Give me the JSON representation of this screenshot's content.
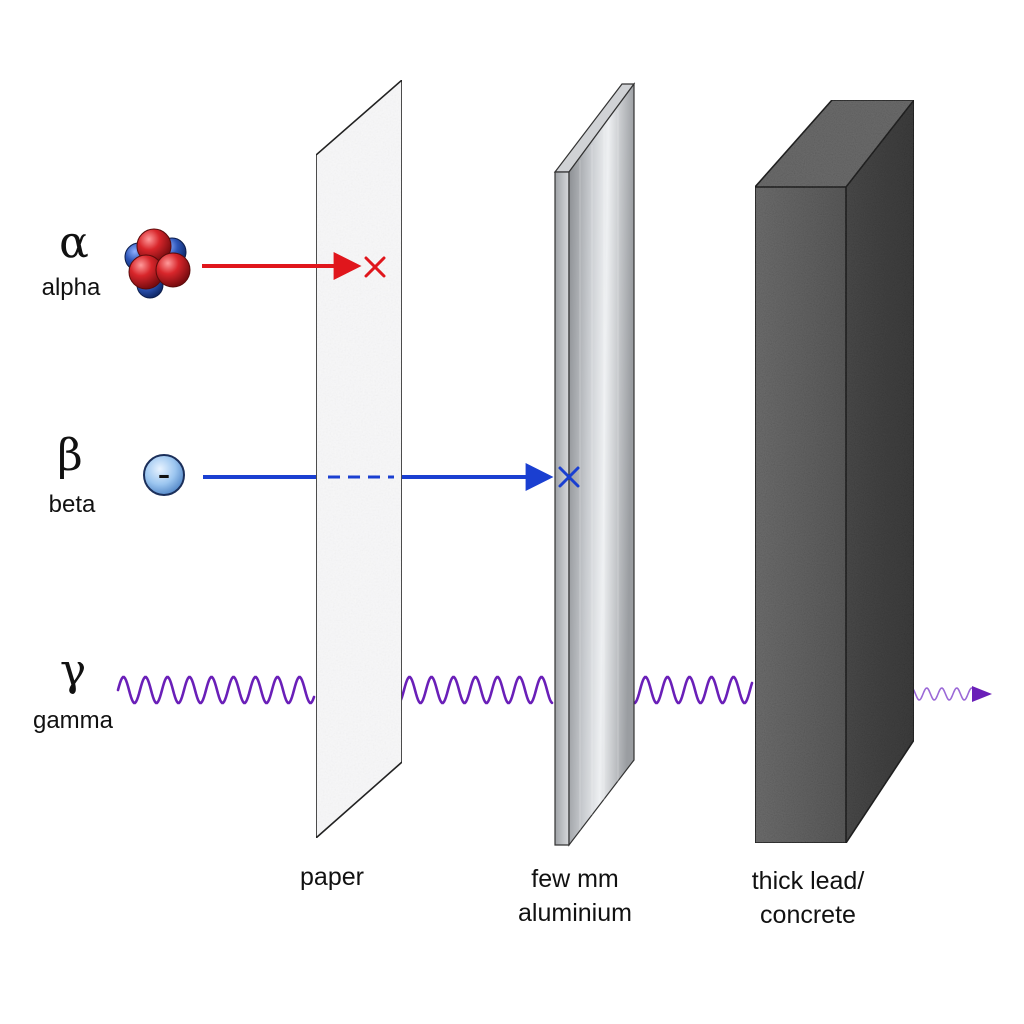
{
  "radiations": {
    "alpha": {
      "symbol": "α",
      "name": "alpha"
    },
    "beta": {
      "symbol": "β",
      "name": "beta",
      "charge": "–"
    },
    "gamma": {
      "symbol": "γ",
      "name": "gamma"
    }
  },
  "barriers": {
    "paper": {
      "label": "paper"
    },
    "aluminium": {
      "line1": "few mm",
      "line2": "aluminium"
    },
    "lead": {
      "line1": "thick lead/",
      "line2": "concrete"
    }
  },
  "colors": {
    "alpha": "#e0161c",
    "beta": "#1a3fd1",
    "gamma": "#6a1fb8",
    "proton": "#d8262b",
    "neutron": "#2d55b8"
  }
}
